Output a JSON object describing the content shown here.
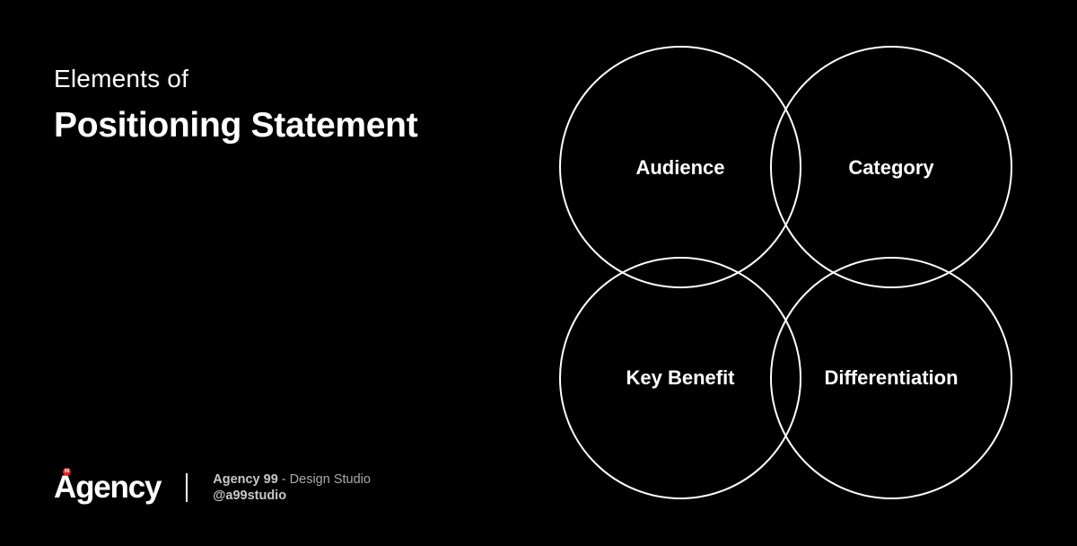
{
  "heading": {
    "subtitle": "Elements of",
    "title": "Positioning Statement"
  },
  "diagram": {
    "circles": [
      {
        "label": "Audience"
      },
      {
        "label": "Category"
      },
      {
        "label": "Key Benefit"
      },
      {
        "label": "Differentiation"
      }
    ],
    "stroke_color": "#ffffff"
  },
  "footer": {
    "logo_text": "Agency",
    "logo_badge": "99",
    "badge_color": "#e2231a",
    "studio_name": "Agency 99",
    "studio_desc": " - Design Studio",
    "handle": "@a99studio"
  }
}
